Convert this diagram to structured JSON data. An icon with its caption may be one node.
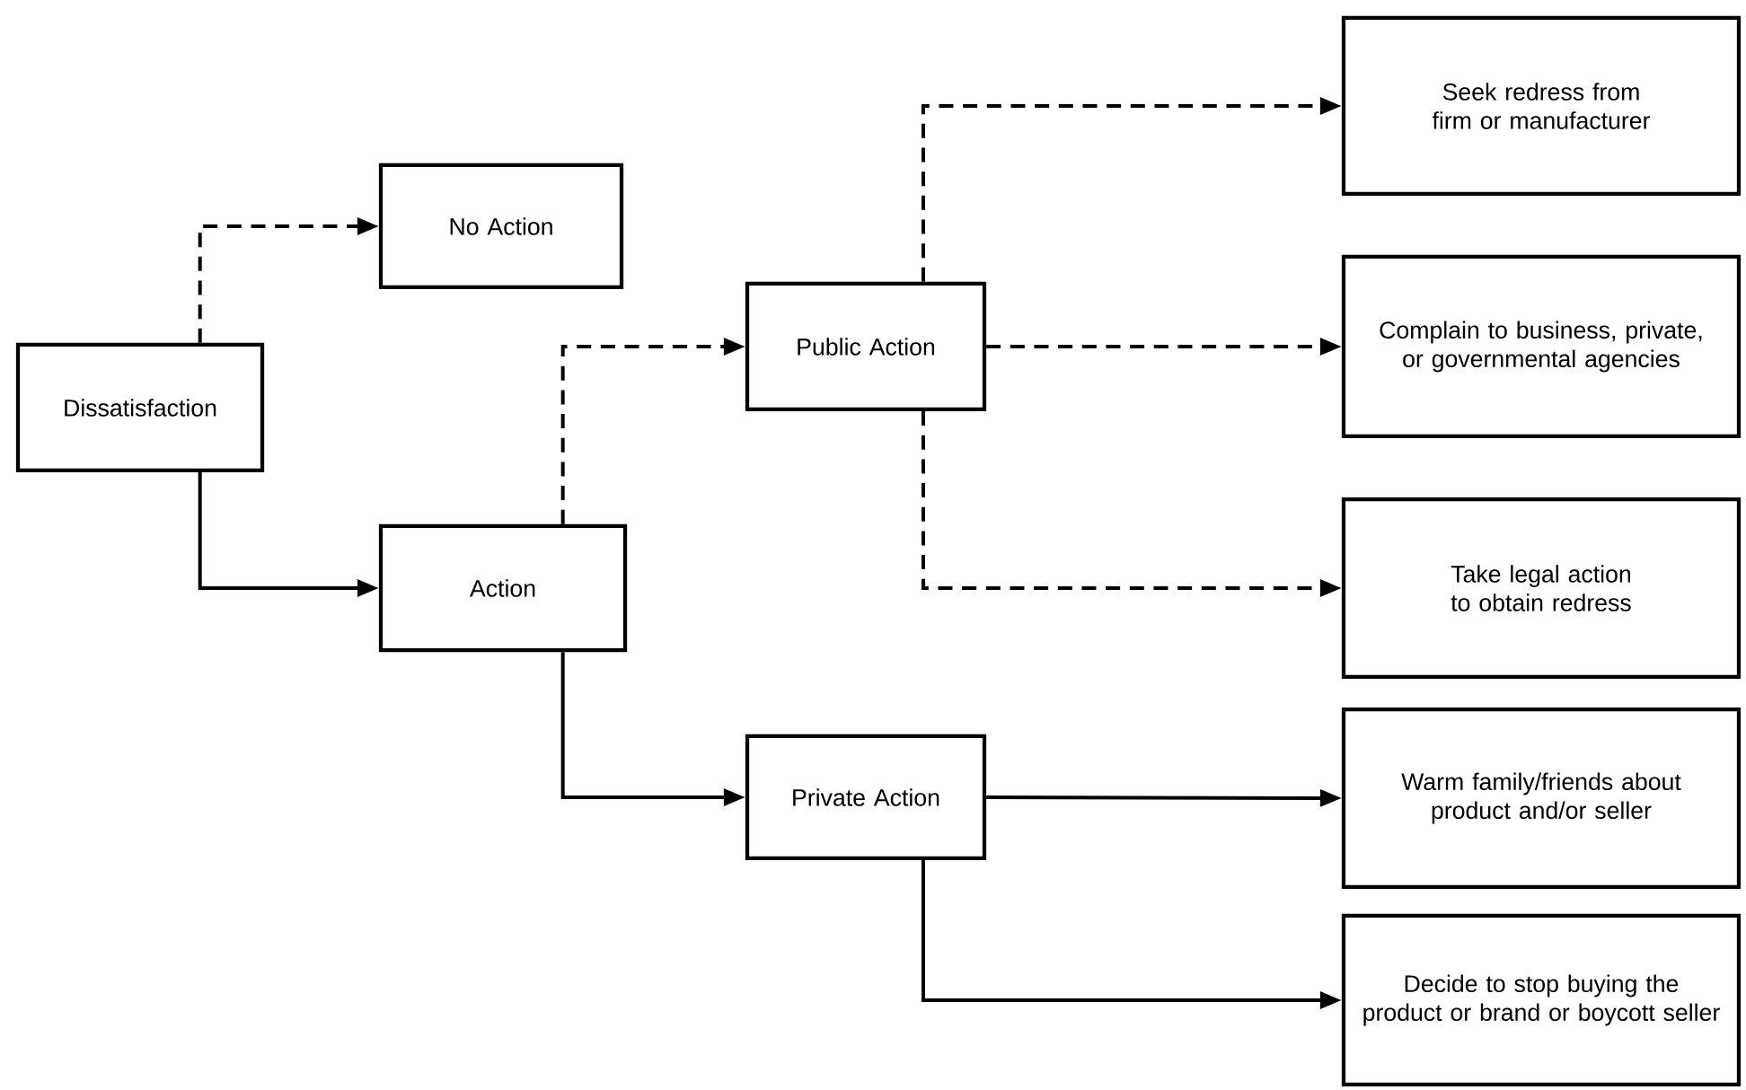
{
  "diagram": {
    "nodes": [
      {
        "text": [
          "Dissatisfaction"
        ]
      },
      {
        "text": [
          "No Action"
        ]
      },
      {
        "text": [
          "Action"
        ]
      },
      {
        "text": [
          "Public Action"
        ]
      },
      {
        "text": [
          "Private Action"
        ]
      },
      {
        "text": [
          "Seek redress from firm or manufacturer"
        ]
      },
      {
        "text": [
          "Complain to business, private, or governmental agencies"
        ]
      },
      {
        "text": [
          "Take legal action to obtain redress"
        ]
      },
      {
        "text": [
          "Warm family/friends about product and/or seller"
        ]
      },
      {
        "text": [
          "Decide to stop buying the product or brand or boycott seller"
        ]
      }
    ],
    "edges": [
      {
        "from": 0,
        "to": 1,
        "arrow": "to",
        "style": "dashed"
      },
      {
        "from": 0,
        "to": 2,
        "arrow": "to"
      },
      {
        "from": 2,
        "to": 3,
        "arrow": "to",
        "style": "dashed"
      },
      {
        "from": 2,
        "to": 4,
        "arrow": "to"
      },
      {
        "from": 3,
        "to": 5,
        "arrow": "to",
        "style": "dashed"
      },
      {
        "from": 3,
        "to": 6,
        "arrow": "to",
        "style": "dashed"
      },
      {
        "from": 3,
        "to": 7,
        "arrow": "to",
        "style": "dashed"
      },
      {
        "from": 4,
        "to": 8,
        "arrow": "to"
      },
      {
        "from": 4,
        "to": 9,
        "arrow": "to"
      }
    ]
  }
}
